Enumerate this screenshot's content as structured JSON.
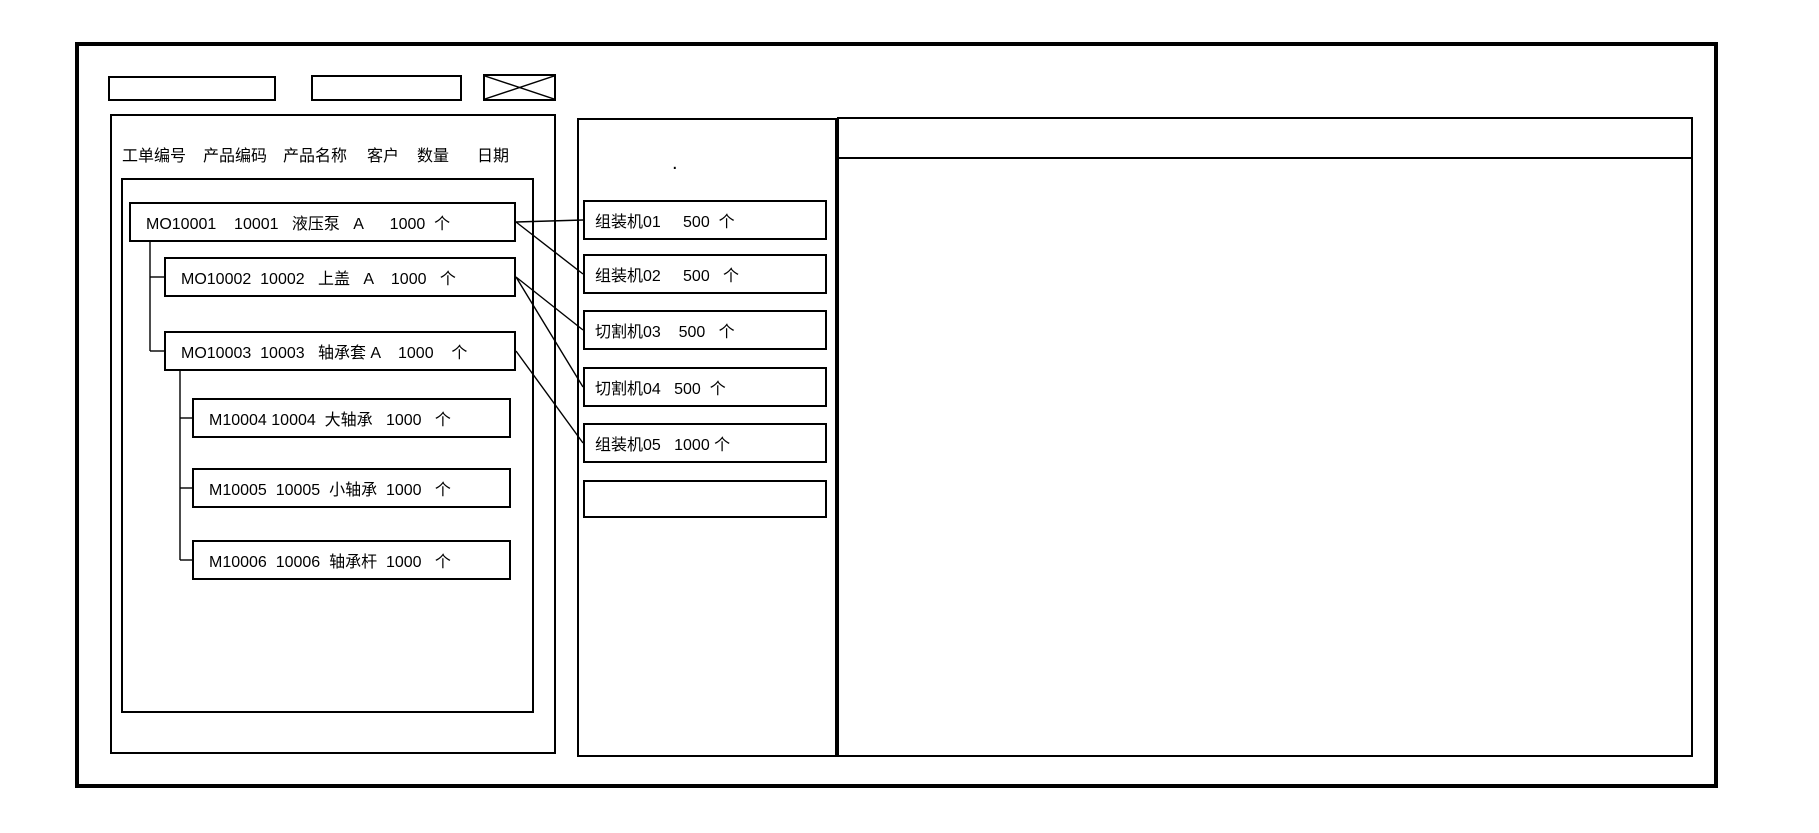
{
  "colors": {
    "line": "#000000",
    "background": "#ffffff"
  },
  "toolbar": {
    "field1_value": "",
    "field2_value": ""
  },
  "work_orders_panel": {
    "columns": [
      "工单编号",
      "产品编码",
      "产品名称",
      "客户",
      "数量",
      "日期"
    ],
    "orders": [
      {
        "order_no": "MO10001",
        "product_code": "10001",
        "product_name": "液压泵",
        "customer": "A",
        "qty": "1000",
        "unit": "个",
        "level": 0,
        "display": "MO10001    10001   液压泵   A      1000  个"
      },
      {
        "order_no": "MO10002",
        "product_code": "10002",
        "product_name": "上盖",
        "customer": "A",
        "qty": "1000",
        "unit": "个",
        "level": 1,
        "display": "MO10002  10002   上盖   A    1000   个"
      },
      {
        "order_no": "MO10003",
        "product_code": "10003",
        "product_name": "轴承套",
        "customer": "A",
        "qty": "1000",
        "unit": "个",
        "level": 1,
        "display": "MO10003  10003   轴承套 A    1000    个"
      },
      {
        "order_no": "M10004",
        "product_code": "10004",
        "product_name": "大轴承",
        "customer": "",
        "qty": "1000",
        "unit": "个",
        "level": 2,
        "display": "M10004 10004  大轴承   1000   个"
      },
      {
        "order_no": "M10005",
        "product_code": "10005",
        "product_name": "小轴承",
        "customer": "",
        "qty": "1000",
        "unit": "个",
        "level": 2,
        "display": "M10005  10005  小轴承  1000   个"
      },
      {
        "order_no": "M10006",
        "product_code": "10006",
        "product_name": "轴承杆",
        "customer": "",
        "qty": "1000",
        "unit": "个",
        "level": 2,
        "display": "M10006  10006  轴承杆  1000   个"
      }
    ]
  },
  "machines_panel": {
    "stray_mark": ".",
    "machines": [
      {
        "name": "组装机01",
        "qty": "500",
        "unit": "个",
        "display": "组装机01     500  个"
      },
      {
        "name": "组装机02",
        "qty": "500",
        "unit": "个",
        "display": "组装机02     500   个"
      },
      {
        "name": "切割机03",
        "qty": "500",
        "unit": "个",
        "display": "切割机03    500   个"
      },
      {
        "name": "切割机04",
        "qty": "500",
        "unit": "个",
        "display": "切割机04   500  个"
      },
      {
        "name": "组装机05",
        "qty": "1000",
        "unit": "个",
        "display": "组装机05   1000 个"
      },
      {
        "name": "",
        "qty": "",
        "unit": "",
        "display": ""
      }
    ]
  },
  "detail_panel": {
    "content": ""
  }
}
